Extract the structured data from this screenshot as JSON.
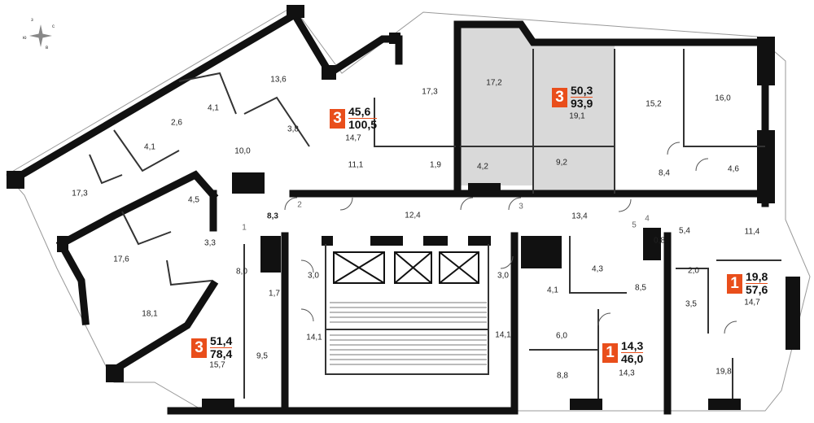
{
  "compass": {
    "north": "з",
    "east": "с",
    "south": "в",
    "west": "ю"
  },
  "apartments": [
    {
      "id": "apt-a",
      "rooms": "3",
      "living_area": "45,6",
      "total_area": "100,5"
    },
    {
      "id": "apt-b",
      "rooms": "3",
      "living_area": "50,3",
      "total_area": "93,9"
    },
    {
      "id": "apt-c",
      "rooms": "3",
      "living_area": "51,4",
      "total_area": "78,4"
    },
    {
      "id": "apt-d",
      "rooms": "1",
      "living_area": "14,3",
      "total_area": "46,0"
    },
    {
      "id": "apt-e",
      "rooms": "1",
      "living_area": "19,8",
      "total_area": "57,6"
    }
  ],
  "room_labels": [
    "13,6",
    "4,1",
    "2,6",
    "4,1",
    "3,8",
    "10,0",
    "17,3",
    "4,5",
    "17,3",
    "14,7",
    "11,1",
    "1,9",
    "4,2",
    "17,2",
    "19,1",
    "15,2",
    "16,0",
    "9,2",
    "8,4",
    "4,6",
    "17,6",
    "3,3",
    "8,3",
    "12,4",
    "13,4",
    "5,4",
    "11,4",
    "8,0",
    "1,7",
    "3,0",
    "3,0",
    "18,1",
    "4,3",
    "4,1",
    "8,5",
    "2,0",
    "0,8",
    "3,5",
    "14,7",
    "14,1",
    "14,1",
    "9,5",
    "15,7",
    "6,0",
    "14,3",
    "8,8",
    "19,8"
  ],
  "door_numbers": [
    "1",
    "2",
    "3",
    "4",
    "5"
  ]
}
